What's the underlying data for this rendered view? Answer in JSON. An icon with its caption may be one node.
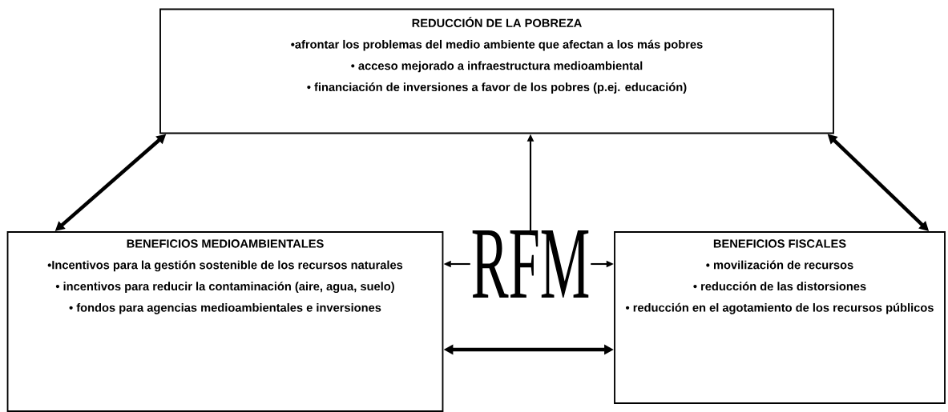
{
  "diagram": {
    "nodes": [
      {
        "text": [
          "REDUCCIÓN DE LA POBREZA",
          "•afrontar los problemas del medio ambiente que afectan a los más pobres",
          "• acceso mejorado a infraestructura medioambiental",
          "• financiación de inversiones a favor de los pobres (p.ej. educación)"
        ]
      },
      {
        "text": [
          "BENEFICIOS MEDIOAMBIENTALES",
          "•Incentivos para la gestión sostenible de los recursos naturales",
          "• incentivos para reducir la contaminación (aire, agua, suelo)",
          "• fondos para agencias medioambientales e inversiones"
        ]
      },
      {
        "text": [
          "BENEFICIOS FISCALES",
          "• movilización de recursos",
          "• reducción de las distorsiones",
          "• reducción en el agotamiento de los recursos públicos"
        ]
      },
      {
        "text": [
          "RFM"
        ]
      }
    ],
    "edges": [
      {
        "from": 1,
        "to": 0,
        "arrow": "both",
        "style": "thick"
      },
      {
        "from": 2,
        "to": 0,
        "arrow": "both",
        "style": "thick"
      },
      {
        "from": 3,
        "to": 0,
        "arrow": "to"
      },
      {
        "from": 3,
        "to": 1,
        "arrow": "to"
      },
      {
        "from": 3,
        "to": 2,
        "arrow": "to"
      },
      {
        "from": 1,
        "to": 2,
        "arrow": "both",
        "style": "thick"
      }
    ]
  }
}
